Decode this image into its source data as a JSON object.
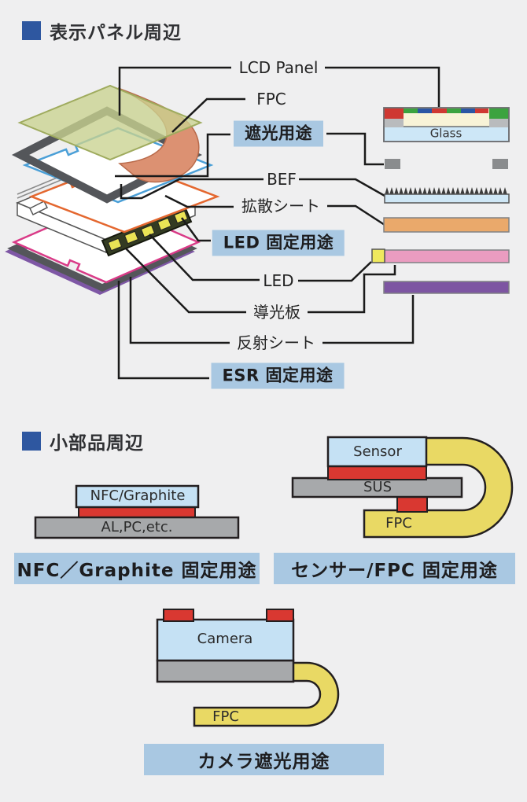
{
  "page": {
    "background": "#efeff0"
  },
  "colors": {
    "page_bg": "#efeff0",
    "heading_square": "#2e57a0",
    "label_highlight": "#a9c8e2",
    "tape_red": "#d93831",
    "fpc_yellow": "#e9d964",
    "component_blue": "#c5e1f4",
    "metal_gray": "#a7a9ab",
    "line_black": "#1a1a1a",
    "lcd_green": "#c9d28f",
    "fpc_salmon": "#dc9172",
    "bef_blue": "#cfe7f6",
    "diffusion_orange": "#eaa96b",
    "light_guide_pink": "#ea9cc0",
    "led_yellow": "#efe95d",
    "reflective_purple": "#7d55a2"
  },
  "sections": {
    "panel": {
      "title": "表示パネル周辺"
    },
    "small_parts": {
      "title": "小部品周辺"
    }
  },
  "panel_diagram": {
    "labels": {
      "lcd_panel": "LCD Panel",
      "fpc": "FPC",
      "shading": "遮光用途",
      "bef": "BEF",
      "diffusion_sheet": "拡散シート",
      "led_fixing": "LED 固定用途",
      "led": "LED",
      "light_guide": "導光板",
      "reflective_sheet": "反射シート",
      "esr_fixing": "ESR 固定用途"
    },
    "cross_section": {
      "glass_label": "Glass"
    }
  },
  "small_parts": {
    "nfc": {
      "top": "NFC/Graphite",
      "base": "AL,PC,etc.",
      "caption": "NFC／Graphite 固定用途"
    },
    "sensor": {
      "top": "Sensor",
      "middle": "SUS",
      "flex": "FPC",
      "caption": "センサー/FPC 固定用途"
    },
    "camera": {
      "top": "Camera",
      "flex": "FPC",
      "caption": "カメラ遮光用途"
    }
  }
}
